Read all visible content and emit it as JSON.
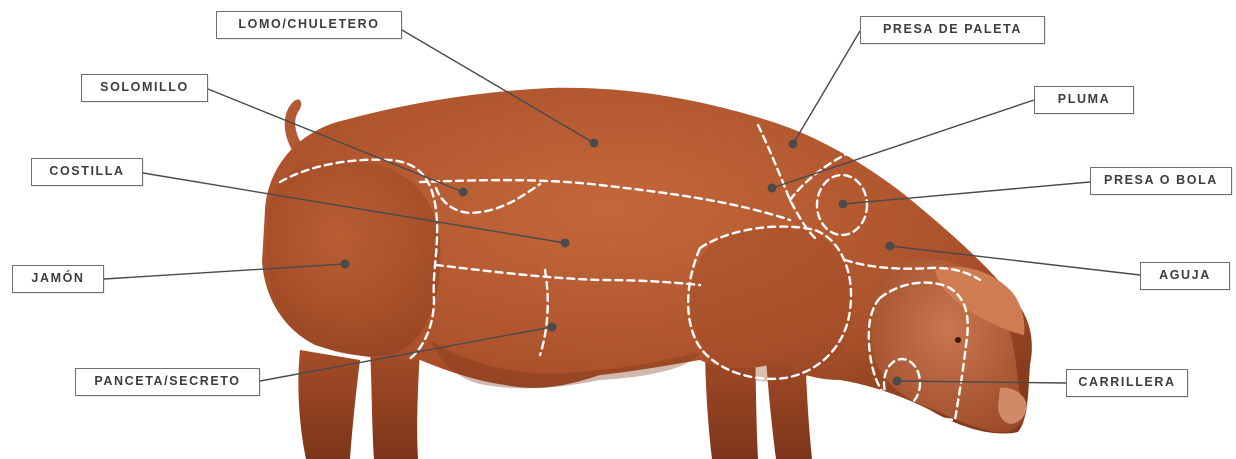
{
  "labels": {
    "lomo": "LOMO/CHULETERO",
    "solomillo": "SOLOMILLO",
    "costilla": "COSTILLA",
    "jamon": "JAMÓN",
    "panceta": "PANCETA/SECRETO",
    "presa_paleta": "PRESA DE PALETA",
    "pluma": "PLUMA",
    "presa_bola": "PRESA O BOLA",
    "aguja": "AGUJA",
    "carrillera": "CARRILLERA"
  },
  "colors": {
    "pig_body": "#b0552e",
    "pig_light": "#c46a3e",
    "pig_dark": "#7e3418",
    "leader_line": "#4a4a4a",
    "cut_outline": "#ffffff",
    "label_border": "#6f6f6f",
    "label_text": "#3d3d3d"
  }
}
